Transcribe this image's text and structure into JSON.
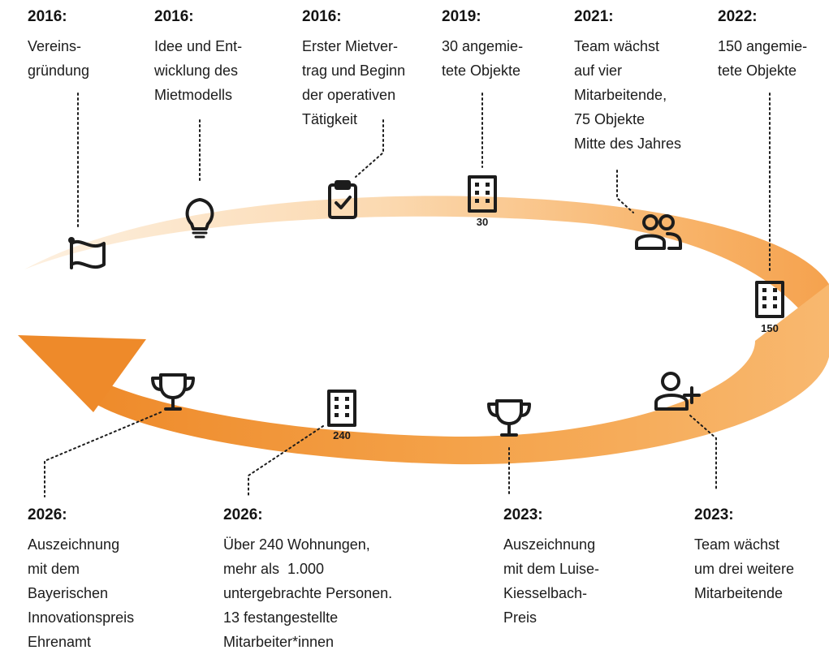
{
  "accent": "#f29a3a",
  "accent_light": "#fbe6cc",
  "events": [
    {
      "year": "2016:",
      "lines": [
        "Vereins-",
        "gründung"
      ],
      "icon": "flag-icon"
    },
    {
      "year": "2016:",
      "lines": [
        "Idee und Ent-",
        "wicklung des",
        "Mietmodells"
      ],
      "icon": "lightbulb-icon"
    },
    {
      "year": "2016:",
      "lines": [
        "Erster Mietver-",
        "trag und Beginn",
        "der operativen",
        "Tätigkeit"
      ],
      "icon": "clipboard-check-icon"
    },
    {
      "year": "2019:",
      "lines": [
        "30 angemie-",
        "tete Objekte"
      ],
      "icon": "building-icon",
      "badge": "30"
    },
    {
      "year": "2021:",
      "lines": [
        "Team wächst",
        "auf vier",
        "Mitarbeitende,",
        "75 Objekte",
        "Mitte des Jahres"
      ],
      "icon": "team-icon"
    },
    {
      "year": "2022:",
      "lines": [
        "150 angemie-",
        "tete Objekte"
      ],
      "icon": "building-icon",
      "badge": "150"
    },
    {
      "year": "2023:",
      "lines": [
        "Team wächst",
        "um drei weitere",
        "Mitarbeitende"
      ],
      "icon": "user-add-icon"
    },
    {
      "year": "2023:",
      "lines": [
        "Auszeichnung",
        "mit dem Luise-",
        "Kiesselbach-",
        "Preis"
      ],
      "icon": "trophy-icon"
    },
    {
      "year": "2026:",
      "lines": [
        "Über 240 Wohnungen,",
        "mehr als  1.000",
        "untergebrachte Personen.",
        "13 festangestellte",
        "Mitarbeiter*innen"
      ],
      "icon": "building-icon",
      "badge": "240"
    },
    {
      "year": "2026:",
      "lines": [
        "Auszeichnung",
        "mit dem",
        "Bayerischen",
        "Innovationspreis",
        "Ehrenamt"
      ],
      "icon": "trophy-icon"
    }
  ]
}
